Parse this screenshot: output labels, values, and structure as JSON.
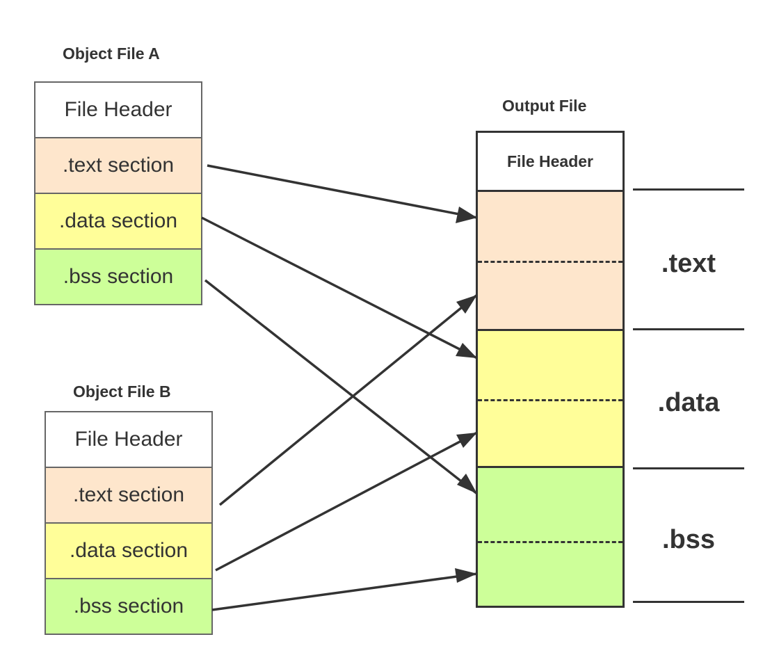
{
  "colors": {
    "header": "#ffffff",
    "text": "#fee6cc",
    "data": "#fffe99",
    "bss": "#cdff99",
    "stroke": "#333333"
  },
  "object_a": {
    "title": "Object File A",
    "sections": [
      {
        "label": "File Header"
      },
      {
        "label": ".text section"
      },
      {
        "label": ".data section"
      },
      {
        "label": ".bss section"
      }
    ]
  },
  "object_b": {
    "title": "Object File B",
    "sections": [
      {
        "label": "File Header"
      },
      {
        "label": ".text section"
      },
      {
        "label": ".data section"
      },
      {
        "label": ".bss section"
      }
    ]
  },
  "output": {
    "title": "Output File",
    "header_label": "File Header",
    "segments": [
      {
        "label": ".text"
      },
      {
        "label": ".data"
      },
      {
        "label": ".bss"
      }
    ]
  }
}
